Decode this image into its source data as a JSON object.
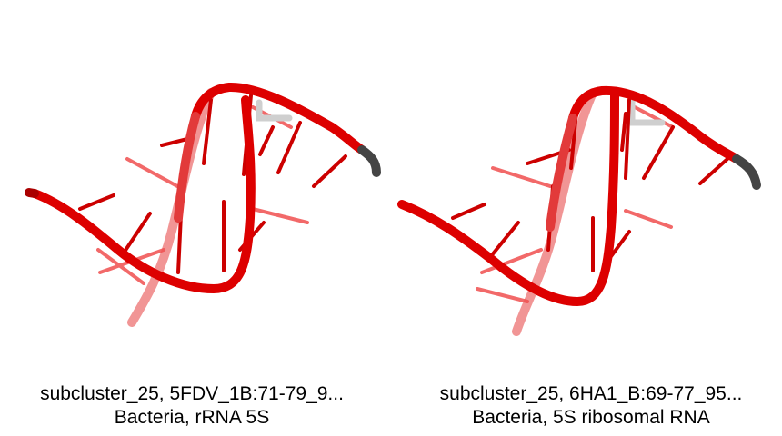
{
  "panels": [
    {
      "caption_line1": "subcluster_25, 5FDV_1B:71-79_9...",
      "caption_line2": "Bacteria, rRNA 5S",
      "image": "RNA helix backbone cartoon, red with grey terminal"
    },
    {
      "caption_line1": "subcluster_25, 6HA1_B:69-77_95...",
      "caption_line2": "Bacteria, 5S ribosomal RNA",
      "image": "RNA helix backbone cartoon, red with grey terminal"
    }
  ],
  "colors": {
    "backbone": "#dd0000",
    "backbone_faded": "#f08080",
    "terminal": "#444444",
    "background": "#ffffff"
  }
}
